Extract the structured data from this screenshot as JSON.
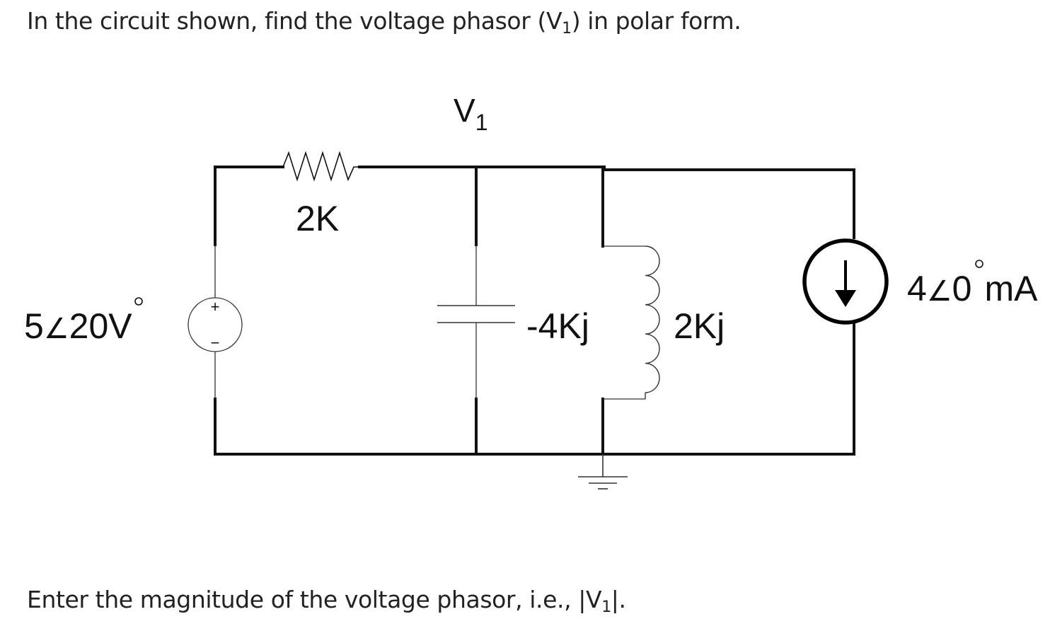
{
  "question": {
    "prompt_before": "In the circuit shown, find the voltage phasor (V",
    "prompt_sub": "1",
    "prompt_after": ") in polar form.",
    "instruction_before": "Enter the magnitude of the voltage phasor, i.e., |V",
    "instruction_sub": "1",
    "instruction_after": "|."
  },
  "circuit": {
    "node_label": "V",
    "node_label_sub": "1",
    "resistor_label": "2K",
    "voltage_source": {
      "magnitude": "5",
      "angle": "20",
      "unit": "V",
      "plus": "+",
      "minus": "−"
    },
    "capacitor_label": "-4Kj",
    "inductor_label": "2Kj",
    "current_source": {
      "magnitude": "4",
      "angle": "0",
      "unit": "mA"
    },
    "wire_color": "#111111"
  }
}
